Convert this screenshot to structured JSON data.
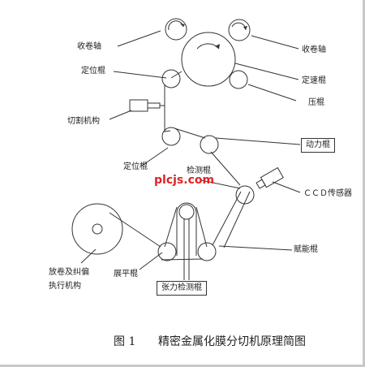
{
  "labels": {
    "rewind_left": "收卷轴",
    "rewind_right": "收卷轴",
    "guide_roller_1": "定位棍",
    "fixed_speed_roller": "定速棍",
    "cutting_mechanism": "切割机构",
    "press_roller": "压棍",
    "power_roller": "动力棍",
    "guide_roller_2": "定位棍",
    "detect_roller": "检测棍",
    "ccd_sensor": "ＣＣＤ传感器",
    "unwind_mechanism_1": "放卷及纠偏",
    "unwind_mechanism_2": "执行机构",
    "idler_roller": "赋能棍",
    "flatten_roller": "展平棍",
    "tension_roller": "张力检测棍"
  },
  "watermark": "plcjs.com",
  "caption": {
    "fig": "图 1",
    "title": "精密金属化膜分切机原理简图"
  },
  "colors": {
    "line": "#333333",
    "watermark": "#e02424",
    "background": "#ffffff"
  }
}
